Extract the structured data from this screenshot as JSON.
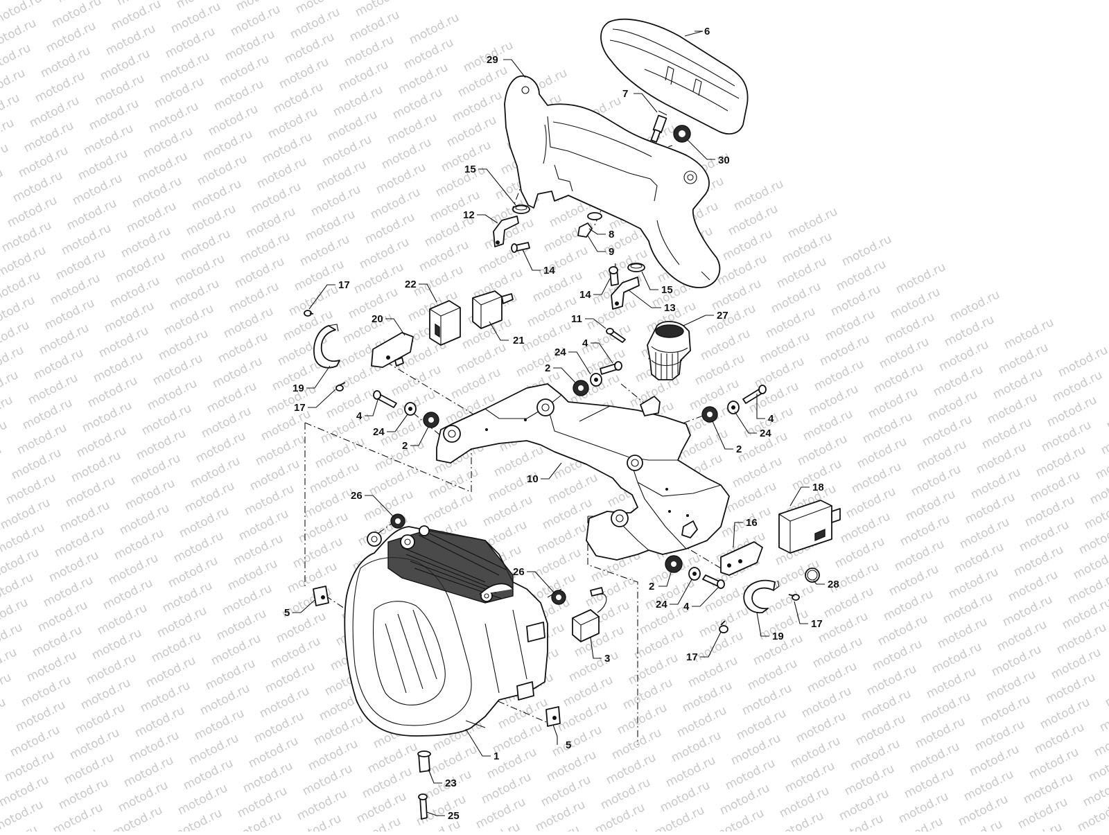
{
  "watermark": {
    "text": "motod.ru"
  },
  "callouts": [
    {
      "key": "p6",
      "num": "6"
    },
    {
      "key": "p29",
      "num": "29"
    },
    {
      "key": "p7",
      "num": "7"
    },
    {
      "key": "p30",
      "num": "30"
    },
    {
      "key": "p15a",
      "num": "15"
    },
    {
      "key": "p12",
      "num": "12"
    },
    {
      "key": "p8",
      "num": "8"
    },
    {
      "key": "p9",
      "num": "9"
    },
    {
      "key": "p14a",
      "num": "14"
    },
    {
      "key": "p14b",
      "num": "14"
    },
    {
      "key": "p15b",
      "num": "15"
    },
    {
      "key": "p13",
      "num": "13"
    },
    {
      "key": "p22",
      "num": "22"
    },
    {
      "key": "p17a",
      "num": "17"
    },
    {
      "key": "p20",
      "num": "20"
    },
    {
      "key": "p21",
      "num": "21"
    },
    {
      "key": "p11",
      "num": "11"
    },
    {
      "key": "p27",
      "num": "27"
    },
    {
      "key": "p4a",
      "num": "4"
    },
    {
      "key": "p24a",
      "num": "24"
    },
    {
      "key": "p2a",
      "num": "2"
    },
    {
      "key": "p19a",
      "num": "19"
    },
    {
      "key": "p17b",
      "num": "17"
    },
    {
      "key": "p4b",
      "num": "4"
    },
    {
      "key": "p24b",
      "num": "24"
    },
    {
      "key": "p2b",
      "num": "2"
    },
    {
      "key": "p4c",
      "num": "4"
    },
    {
      "key": "p24c",
      "num": "24"
    },
    {
      "key": "p2c",
      "num": "2"
    },
    {
      "key": "p10",
      "num": "10"
    },
    {
      "key": "p26a",
      "num": "26"
    },
    {
      "key": "p18",
      "num": "18"
    },
    {
      "key": "p16",
      "num": "16"
    },
    {
      "key": "p26b",
      "num": "26"
    },
    {
      "key": "p2d",
      "num": "2"
    },
    {
      "key": "p28",
      "num": "28"
    },
    {
      "key": "p24d",
      "num": "24"
    },
    {
      "key": "p17c",
      "num": "17"
    },
    {
      "key": "p4d",
      "num": "4"
    },
    {
      "key": "p19b",
      "num": "19"
    },
    {
      "key": "p5a",
      "num": "5"
    },
    {
      "key": "p3",
      "num": "3"
    },
    {
      "key": "p17d",
      "num": "17"
    },
    {
      "key": "p5b",
      "num": "5"
    },
    {
      "key": "p1",
      "num": "1"
    },
    {
      "key": "p23",
      "num": "23"
    },
    {
      "key": "p25",
      "num": "25"
    }
  ]
}
